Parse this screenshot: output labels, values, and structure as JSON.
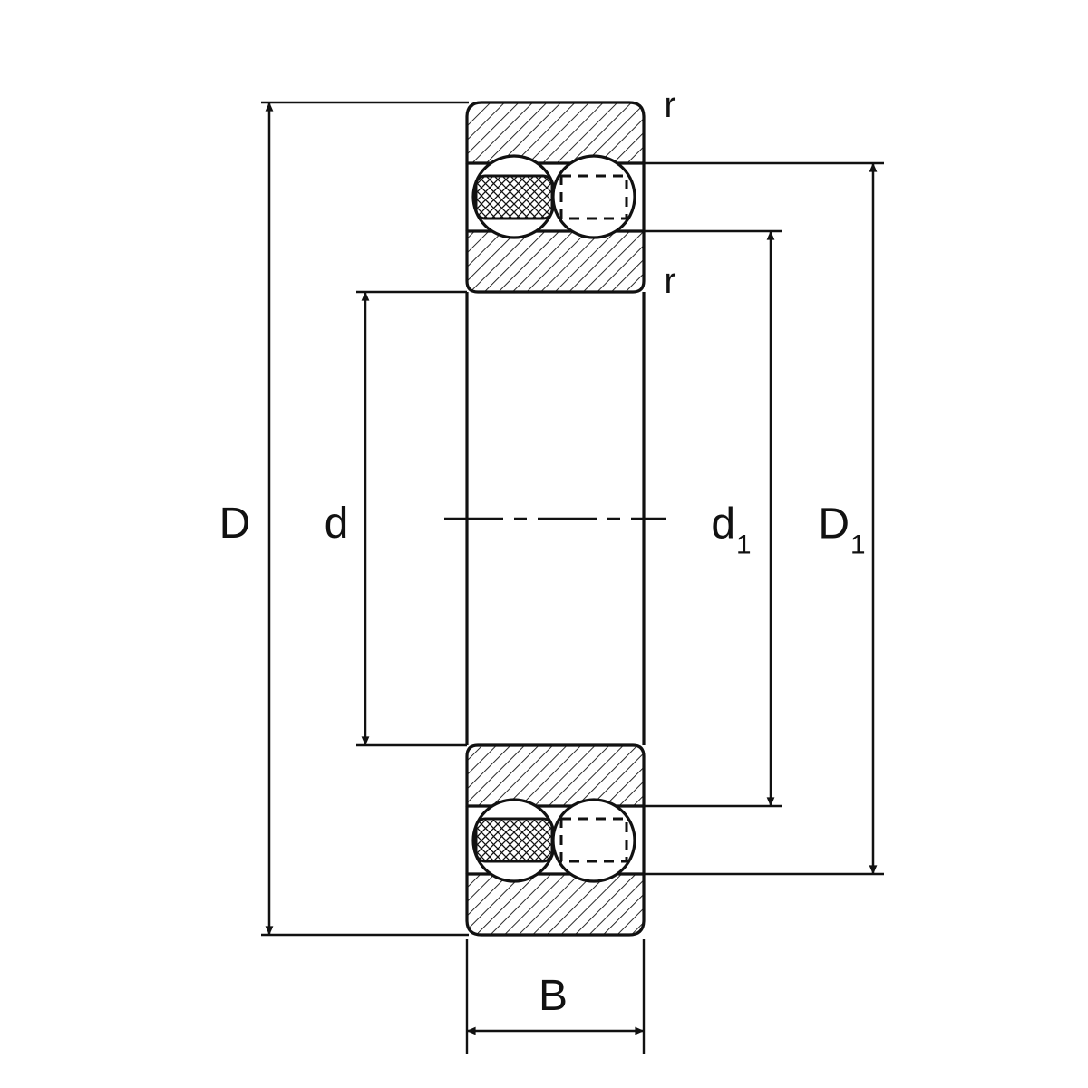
{
  "colors": {
    "background": "#ffffff",
    "line": "#111111"
  },
  "diagram_labels": {
    "outer_diameter": "D",
    "bore_diameter": "d",
    "inner_shoulder_base": "d",
    "inner_shoulder_sub": "1",
    "outer_shoulder_base": "D",
    "outer_shoulder_sub": "1",
    "width": "B",
    "chamfer_radius_outer": "r",
    "chamfer_radius_inner": "r"
  }
}
